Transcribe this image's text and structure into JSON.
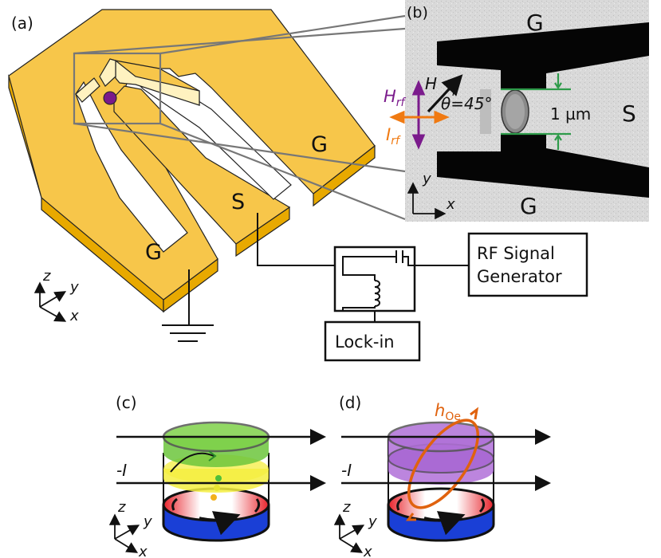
{
  "panels": {
    "a": "(a)",
    "b": "(b)",
    "c": "(c)",
    "d": "(d)"
  },
  "panel_a": {
    "terminal_g_top": "G",
    "terminal_s": "S",
    "terminal_g_bottom": "G",
    "rf_box_line1": "RF Signal",
    "rf_box_line2": "Generator",
    "lockin_box": "Lock-in",
    "axis_z": "z",
    "axis_y": "y",
    "axis_x": "x"
  },
  "panel_b": {
    "g_top": "G",
    "g_bottom": "G",
    "s_right": "S",
    "h_label": "H",
    "theta_label": "θ=45°",
    "hrf_main": "H",
    "hrf_sub": "rf",
    "irf_main": "I",
    "irf_sub": "rf",
    "size_label": "1 µm",
    "axis_y": "y",
    "axis_x": "x"
  },
  "panel_c": {
    "current_label": "-I",
    "axis_z": "z",
    "axis_y": "y",
    "axis_x": "x"
  },
  "panel_d": {
    "current_label": "-I",
    "hoe_main": "h",
    "hoe_sub": "Oe",
    "axis_z": "z",
    "axis_y": "y",
    "axis_x": "x"
  },
  "colors": {
    "gold_top": "#f7c64a",
    "gold_side": "#e8a900",
    "gold_edge": "#fff2c0",
    "purple_dot": "#7a1a8a",
    "hrf_purple": "#7b1b8c",
    "irf_orange": "#f07a12",
    "dimension_green": "#2e9b4a",
    "hoe_orange": "#e0620e",
    "layer_green": "#7fd24a",
    "layer_yellow": "#f4ee40",
    "layer_purple": "#b070d8",
    "pin_red": "#e8242c",
    "pin_blue": "#1a3fd6"
  }
}
